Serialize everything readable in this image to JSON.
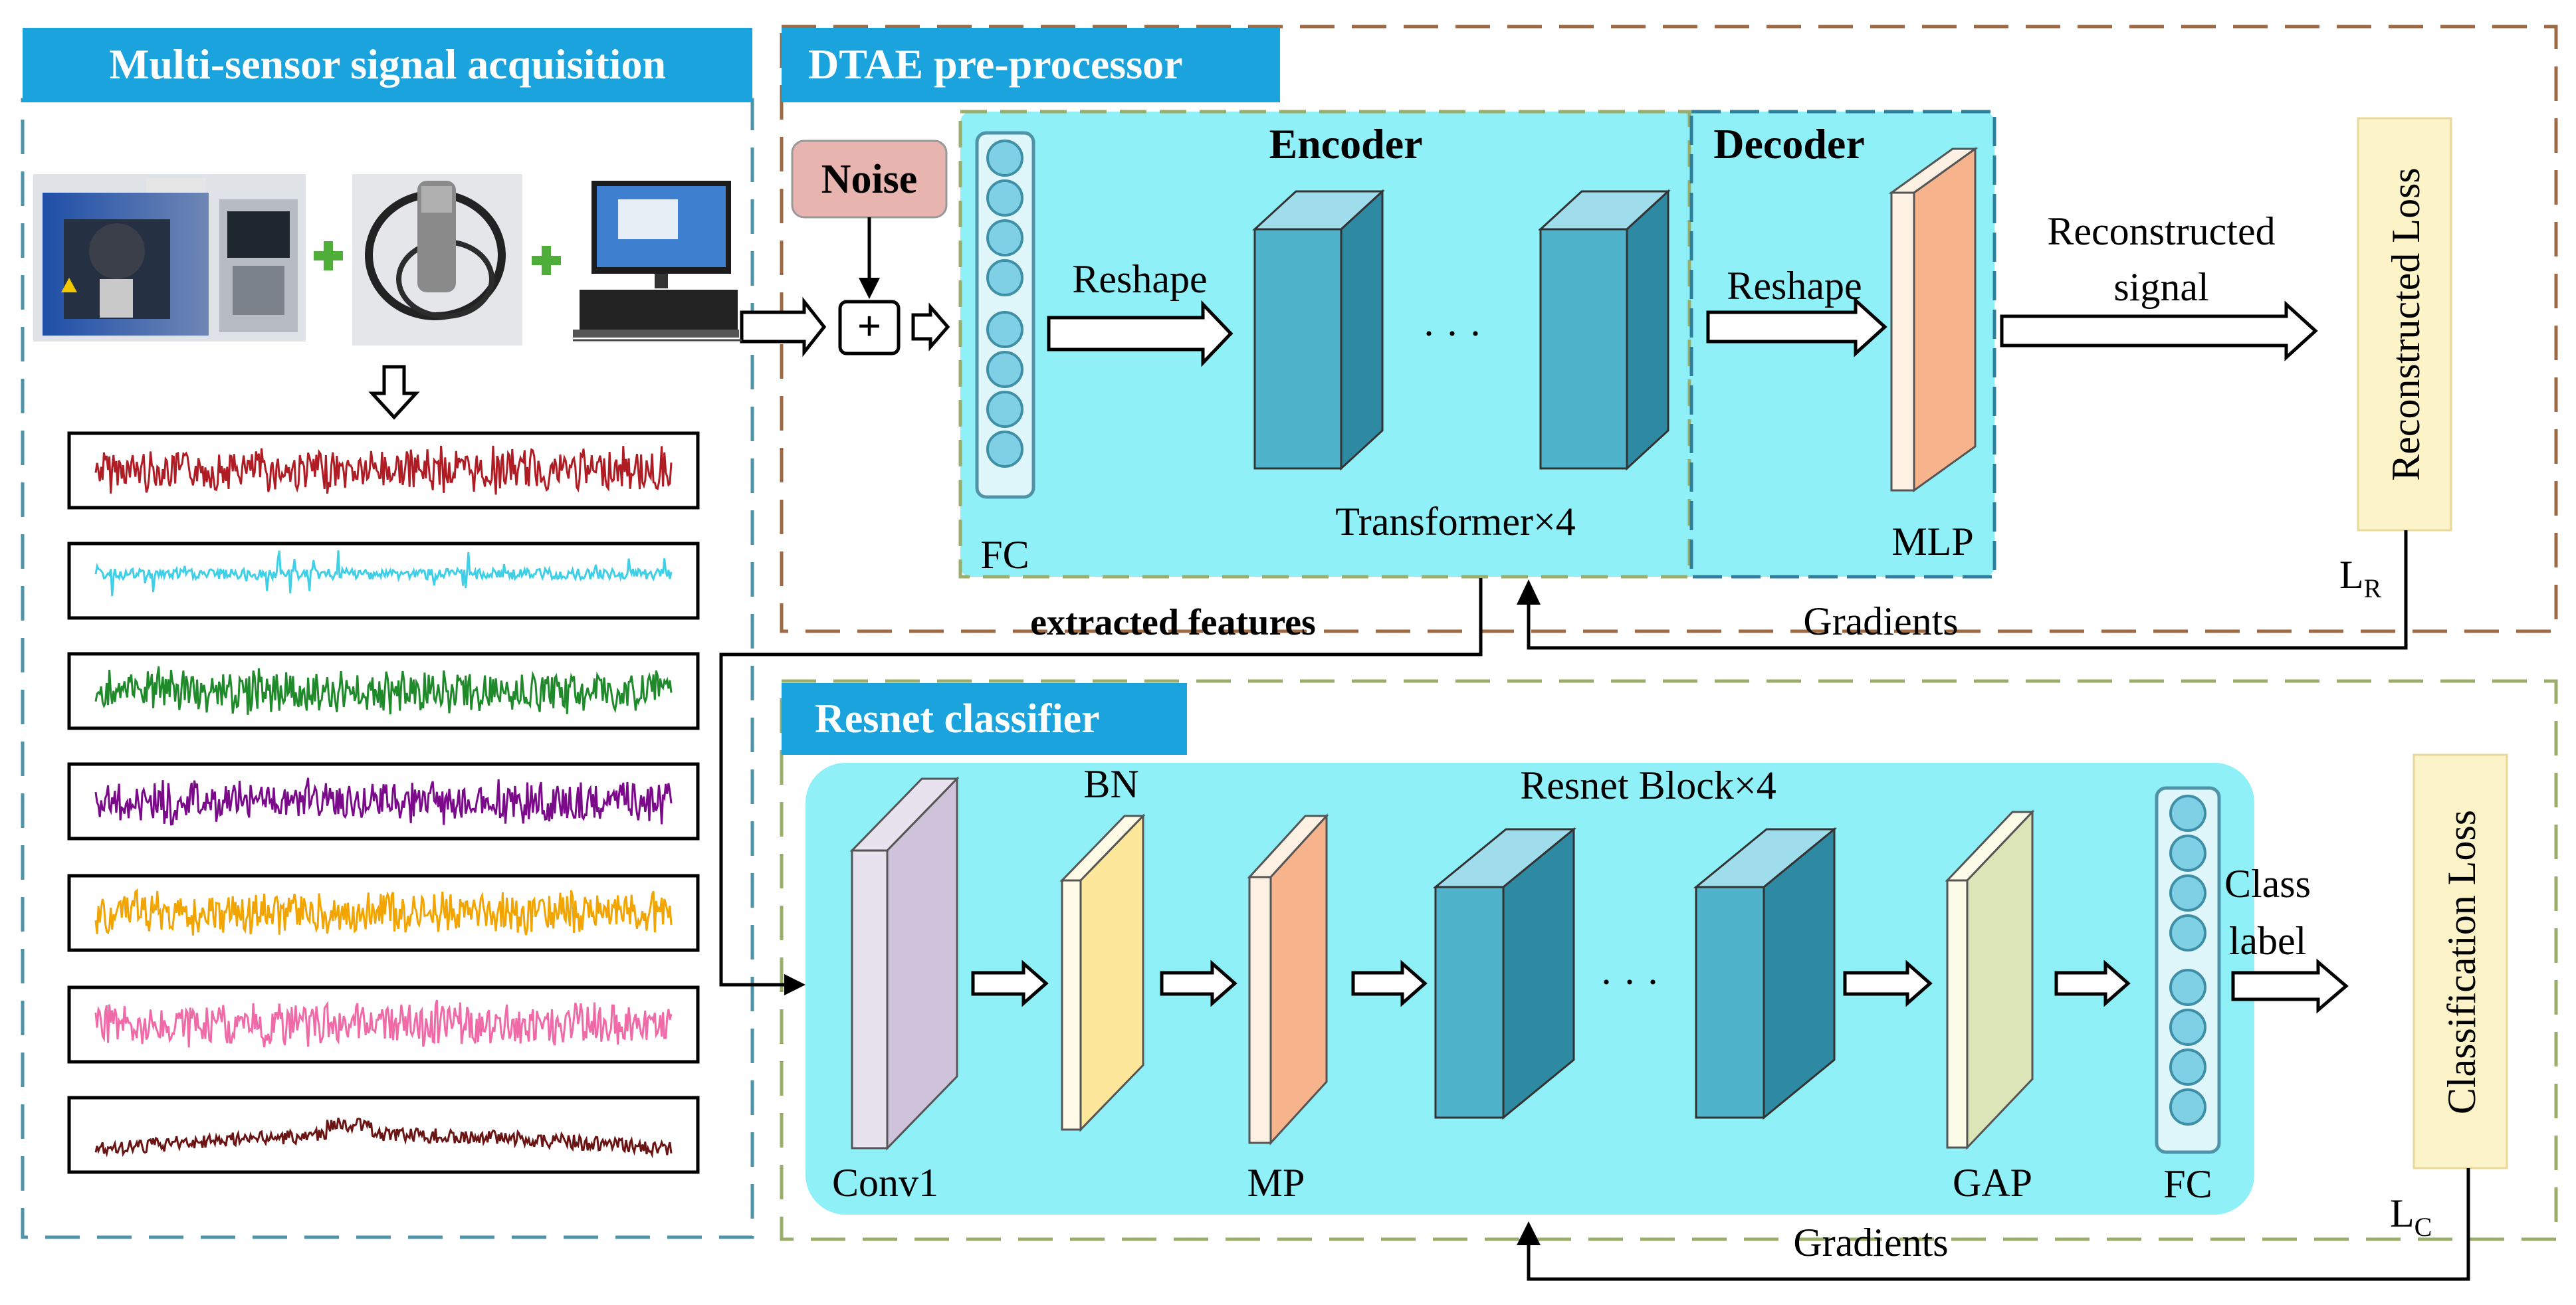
{
  "sections": {
    "acquisition": "Multi-sensor signal acquisition",
    "dtae": "DTAE pre-processor",
    "resnet": "Resnet classifier"
  },
  "dtae": {
    "noise": "Noise",
    "plus": "+",
    "encoder": "Encoder",
    "decoder": "Decoder",
    "reshape_encoder": "Reshape",
    "reshape_decoder": "Reshape",
    "fc": "FC",
    "transformer": "Transformer×4",
    "dots": "· · ·",
    "mlp": "MLP",
    "reconstructed_line1": "Reconstructed",
    "reconstructed_line2": "signal",
    "loss": "Reconstructed Loss",
    "loss_symbol": "L",
    "loss_subscript": "R",
    "extracted_features": "extracted features",
    "gradients": "Gradients"
  },
  "resnet": {
    "conv1": "Conv1",
    "bn": "BN",
    "mp": "MP",
    "block": "Resnet Block×4",
    "dots": "· · ·",
    "gap": "GAP",
    "fc": "FC",
    "class_line1": "Class",
    "class_line2": "label",
    "loss": "Classification Loss",
    "loss_symbol": "L",
    "loss_subscript": "C",
    "gradients": "Gradients"
  },
  "signals": [
    {
      "color": "#b01c24",
      "style": "dense"
    },
    {
      "color": "#3fd0e8",
      "style": "sparse"
    },
    {
      "color": "#1f8a2a",
      "style": "dense"
    },
    {
      "color": "#7a0a8a",
      "style": "dense"
    },
    {
      "color": "#f2a400",
      "style": "dense"
    },
    {
      "color": "#f06aa8",
      "style": "dense"
    },
    {
      "color": "#6a1414",
      "style": "trend"
    }
  ],
  "colors": {
    "section_label_bg": "#1ba3de",
    "panel_fill": "#8ff0f8",
    "block_front": "#4fb3cc",
    "block_side": "#2e8aa3",
    "block_top": "#9fdcec",
    "noise_box": "#e8b4b0",
    "loss_box": "#fdf3c8",
    "mlp": "#f7b48c",
    "bn": "#fde79a",
    "conv1": "#cfc3dc",
    "gap": "#dbe5b8",
    "border_brown": "#9e6a44",
    "border_green": "#9aad6b",
    "border_blue": "#2f7f9c"
  }
}
